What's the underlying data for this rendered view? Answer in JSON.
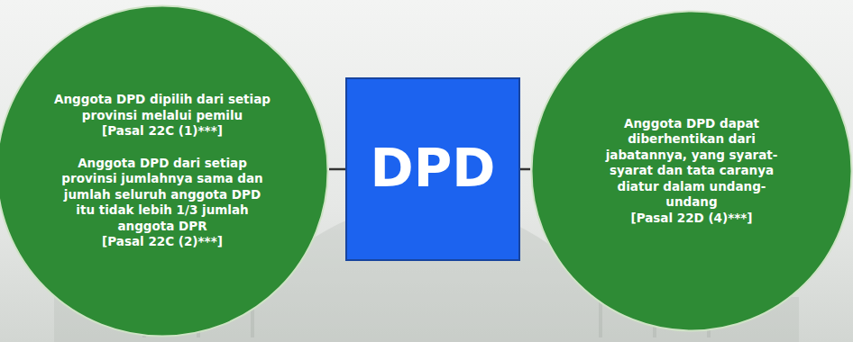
{
  "diagram": {
    "nodes": [
      {
        "text": [
          "Anggota DPD dipilih dari setiap provinsi melalui pemilu",
          "[Pasal 22C (1)***]",
          "Anggota DPD dari setiap provinsi jumlahnya sama dan jumlah seluruh anggota DPD itu tidak lebih 1/3 jumlah anggota DPR",
          "[Pasal 22C (2)***]"
        ]
      },
      {
        "text": [
          "DPD"
        ]
      },
      {
        "text": [
          "Anggota DPD dapat diberhentikan dari jabatannya, yang syarat-syarat dan tata caranya diatur dalam undang-undang",
          "[Pasal 22D (4)***]"
        ]
      }
    ],
    "edges": [
      {
        "from": 0,
        "to": 1,
        "arrow": "none"
      },
      {
        "from": 1,
        "to": 2,
        "arrow": "none"
      }
    ]
  }
}
